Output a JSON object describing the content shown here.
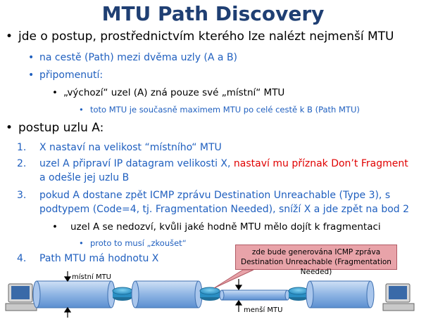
{
  "slide": {
    "title": "MTU Path Discovery",
    "bullets": {
      "b1": "jde o postup, prostřednictvím kterého lze nalézt nejmenší MTU",
      "b1_1": "na cestě (Path) mezi dvěma uzly (A a B)",
      "b1_2": "připomenutí:",
      "b1_2_1": "„výchozí“ uzel (A) zná pouze své „místní“ MTU",
      "b1_2_1_1": "toto MTU je současně maximem MTU po celé cestě k B (Path MTU)",
      "b2": "postup uzlu A:",
      "s1_num": "1.",
      "s1": "X nastaví na velikost “místního“ MTU",
      "s2_num": "2.",
      "s2a": "uzel A připraví IP datagram velikosti X,",
      "s2_red": "nastaví mu příznak Don’t Fragment",
      "s2b": "a odešle jej uzlu B",
      "s3_num": "3.",
      "s3a": "pokud A dostane zpět ICMP zprávu Destination Unreachable (Type 3), s",
      "s3b": "podtypem (Code=4, tj. Fragmentation Needed), sníží X a jde zpět na bod 2",
      "s3_1": "uzel A se nedozví, kvůli jaké hodně MTU mělo dojít k fragmentaci",
      "s3_1_1": "proto to musí „zkoušet“",
      "s4_num": "4.",
      "s4": "Path MTU má hodnotu X"
    },
    "diagram": {
      "callout": "zde bude generována ICMP zpráva Destination Unreachable (Fragmentation Needed)",
      "local_mtu_label": "místní MTU",
      "smaller_mtu_label": "menší MTU"
    },
    "colors": {
      "title": "#1f3f73",
      "sub": "#1f5fbf",
      "red": "#e00000",
      "pipe": "#6f9fd8",
      "router": "#3fa9d8",
      "callout": "#e8a3a9"
    }
  }
}
